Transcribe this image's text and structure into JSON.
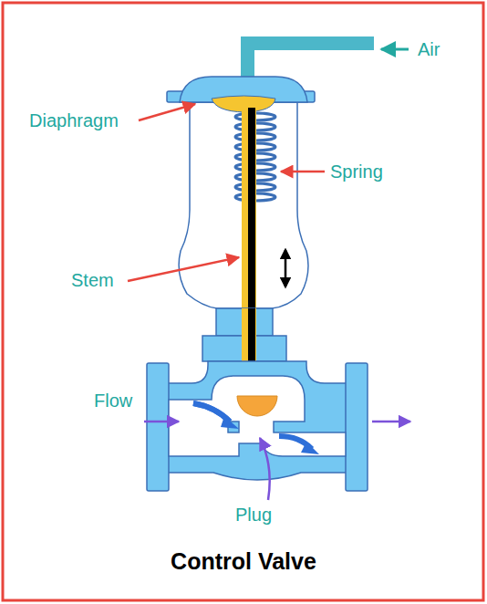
{
  "diagram": {
    "caption": "Control Valve",
    "labels": [
      "Air",
      "Diaphragm",
      "Spring",
      "Stem",
      "Flow",
      "Plug"
    ]
  }
}
